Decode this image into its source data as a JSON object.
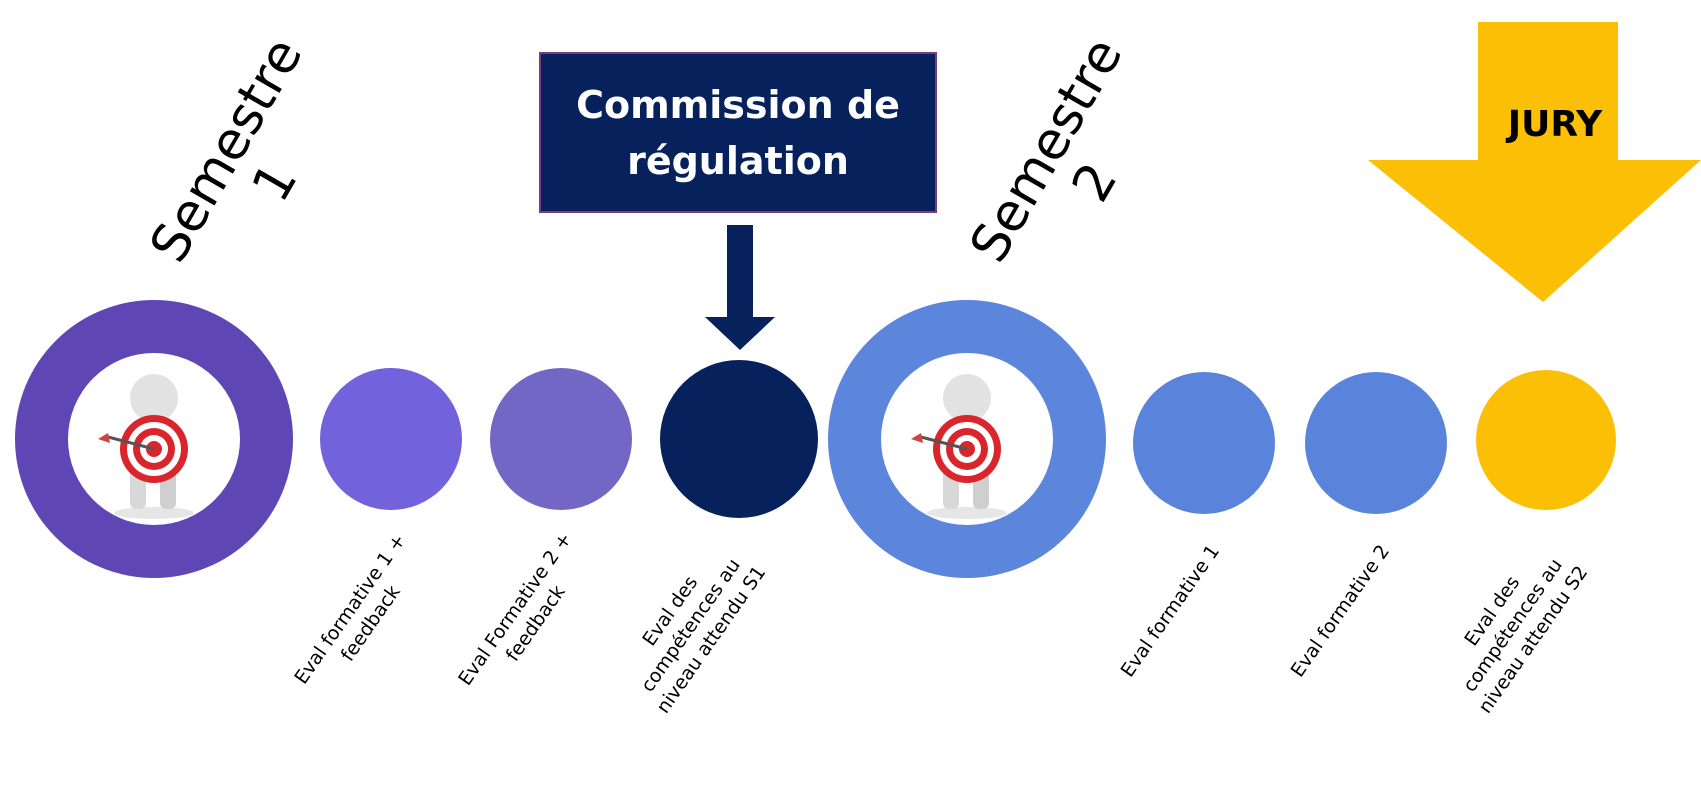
{
  "colors": {
    "s1_ring": "#5e47b5",
    "s1_dot1": "#7262db",
    "s1_dot2": "#7367c5",
    "s1_eval": "#06215c",
    "s2_ring": "#5c86dc",
    "s2_dots": "#5a84dc",
    "jury": "#fbbf06",
    "commission_bg": "#06215c"
  },
  "semester1": {
    "title": "Semestre\n1",
    "steps": [
      "Eval formative 1 +\nfeedback",
      "Eval Formative 2 +\nfeedback",
      "Eval des\ncompétences  au\nniveau attendu S1"
    ]
  },
  "commission": {
    "label": "Commission de\nrégulation"
  },
  "semester2": {
    "title": "Semestre\n2",
    "steps": [
      "Eval formative 1",
      "Eval formative 2",
      "Eval des\ncompétences  au\nniveau attendu S2"
    ]
  },
  "jury": {
    "label": "JURY"
  },
  "icons": {
    "target_person": "person-holding-target-icon"
  }
}
